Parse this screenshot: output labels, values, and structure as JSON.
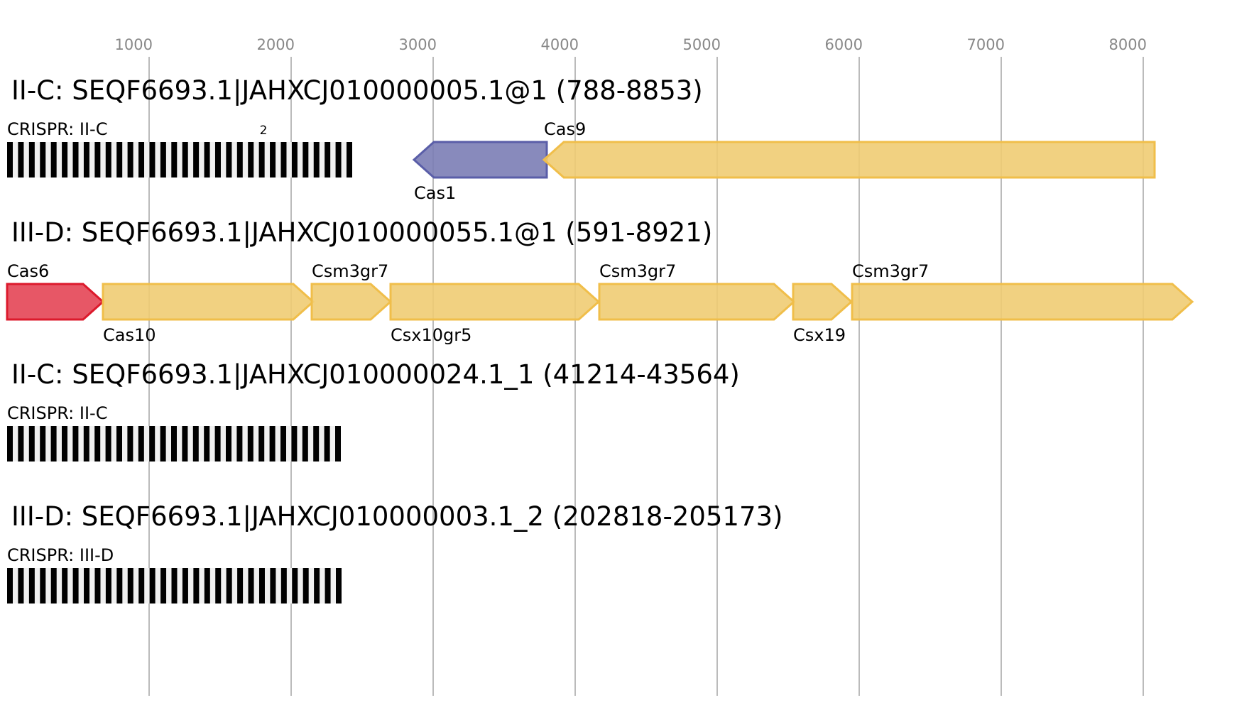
{
  "axis": {
    "unit": "bp",
    "ticks": [
      1000,
      2000,
      3000,
      4000,
      5000,
      6000,
      7000,
      8000
    ],
    "tick_labels": [
      "1000",
      "2000",
      "3000",
      "4000",
      "5000",
      "6000",
      "7000",
      "8000"
    ],
    "range": [
      0,
      8400
    ]
  },
  "colors": {
    "other_gene_fill": "#f0cc73",
    "other_gene_stroke": "#f0be4a",
    "cas1_fill": "#7b7db5",
    "cas1_stroke": "#5a5ea8",
    "cas6_fill": "#e44555",
    "cas6_stroke": "#dc1a2c",
    "repeat": "#000000",
    "spacer": "#f0f0f0",
    "grid": "#bbbbbb",
    "tick_text": "#888888"
  },
  "loci": [
    {
      "title": "II-C: SEQF6693.1|JAHXCJ010000005.1@1 (788-8853)",
      "features": [
        {
          "type": "crispr",
          "label": "CRISPR: II-C",
          "start": 0,
          "end": 2430,
          "repeats": 32,
          "annotation": "2"
        },
        {
          "type": "gene",
          "label": "Cas1",
          "start": 2865,
          "end": 3800,
          "strand": "-",
          "color": "cas1",
          "label_pos": "below"
        },
        {
          "type": "gene",
          "label": "Cas9",
          "start": 3780,
          "end": 8080,
          "strand": "-",
          "color": "other",
          "label_pos": "above"
        }
      ]
    },
    {
      "title": "III-D: SEQF6693.1|JAHXCJ010000055.1@1 (591-8921)",
      "features": [
        {
          "type": "gene",
          "label": "Cas6",
          "start": 0,
          "end": 675,
          "strand": "+",
          "color": "cas6",
          "label_pos": "above"
        },
        {
          "type": "gene",
          "label": "Cas10",
          "start": 675,
          "end": 2155,
          "strand": "+",
          "color": "other",
          "label_pos": "below"
        },
        {
          "type": "gene",
          "label": "Csm3gr7",
          "start": 2145,
          "end": 2700,
          "strand": "+",
          "color": "other",
          "label_pos": "above"
        },
        {
          "type": "gene",
          "label": "Csx10gr5",
          "start": 2700,
          "end": 4165,
          "strand": "+",
          "color": "other",
          "label_pos": "below"
        },
        {
          "type": "gene",
          "label": "Csm3gr7",
          "start": 4170,
          "end": 5540,
          "strand": "+",
          "color": "other",
          "label_pos": "above"
        },
        {
          "type": "gene",
          "label": "Csx19",
          "start": 5535,
          "end": 5945,
          "strand": "+",
          "color": "other",
          "label_pos": "below"
        },
        {
          "type": "gene",
          "label": "Csm3gr7",
          "start": 5950,
          "end": 8345,
          "strand": "+",
          "color": "other",
          "label_pos": "above"
        }
      ]
    },
    {
      "title": "II-C: SEQF6693.1|JAHXCJ010000024.1_1 (41214-43564)",
      "features": [
        {
          "type": "crispr",
          "label": "CRISPR: II-C",
          "start": 0,
          "end": 2350,
          "repeats": 31
        }
      ]
    },
    {
      "title": "III-D: SEQF6693.1|JAHXCJ010000003.1_2 (202818-205173)",
      "features": [
        {
          "type": "crispr",
          "label": "CRISPR: III-D",
          "start": 0,
          "end": 2355,
          "repeats": 31
        }
      ]
    }
  ]
}
